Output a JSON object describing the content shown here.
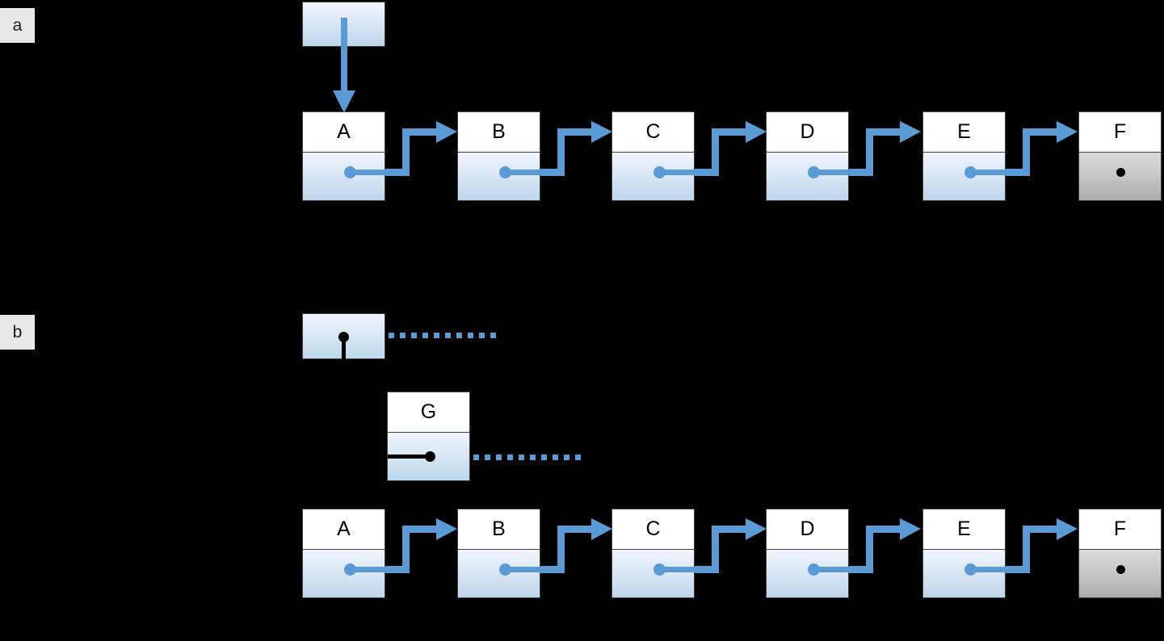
{
  "figure": {
    "background_color": "#000000",
    "accent_color": "#5B9BD5",
    "node_fill_top": "#FFFFFF",
    "node_fill_bottom": "#BED6EC",
    "null_fill_bottom": "#ABABAB",
    "label_tag_bg": "#E8E8E8"
  },
  "panels": [
    {
      "tag": "a",
      "head_label": "",
      "nodes": [
        {
          "value": "A",
          "next": "B"
        },
        {
          "value": "B",
          "next": "C"
        },
        {
          "value": "C",
          "next": "D"
        },
        {
          "value": "D",
          "next": "E"
        },
        {
          "value": "E",
          "next": "F"
        },
        {
          "value": "F",
          "next": "null"
        }
      ]
    },
    {
      "tag": "b",
      "head_label": "",
      "new_node": {
        "value": "G",
        "next": "null"
      },
      "nodes": [
        {
          "value": "A",
          "next": "B"
        },
        {
          "value": "B",
          "next": "C"
        },
        {
          "value": "C",
          "next": "D"
        },
        {
          "value": "D",
          "next": "E"
        },
        {
          "value": "E",
          "next": "F"
        },
        {
          "value": "F",
          "next": "null"
        }
      ]
    }
  ]
}
